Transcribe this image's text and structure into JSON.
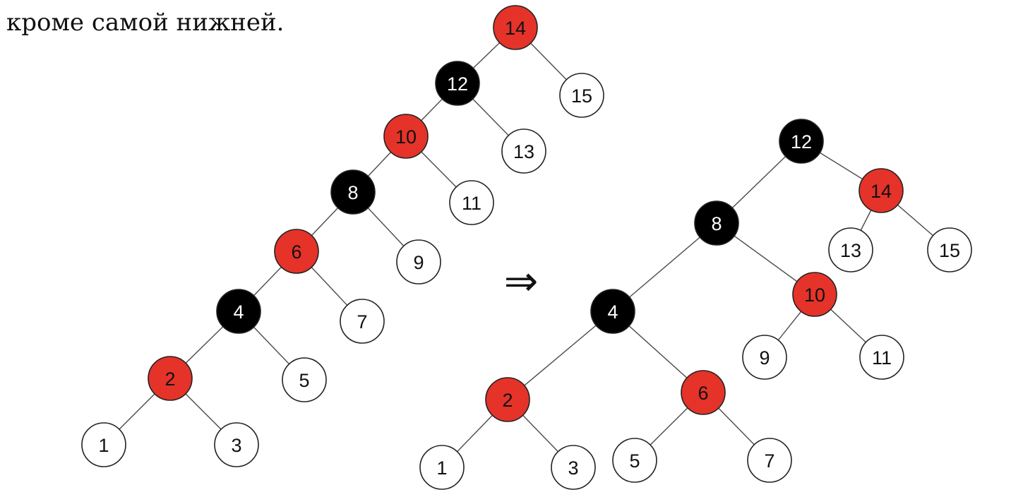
{
  "caption": "кроме самой нижней.",
  "arrow_symbol": "⇒",
  "colors": {
    "red": "#e5332a",
    "black": "#000000",
    "white": "#ffffff"
  },
  "trees": [
    {
      "id": "before",
      "nodes": [
        {
          "key": "14",
          "color": "red",
          "parent": null
        },
        {
          "key": "12",
          "color": "black",
          "parent": "14"
        },
        {
          "key": "15",
          "color": "white",
          "parent": "14"
        },
        {
          "key": "10",
          "color": "red",
          "parent": "12"
        },
        {
          "key": "13",
          "color": "white",
          "parent": "12"
        },
        {
          "key": "8",
          "color": "black",
          "parent": "10"
        },
        {
          "key": "11",
          "color": "white",
          "parent": "10"
        },
        {
          "key": "6",
          "color": "red",
          "parent": "8"
        },
        {
          "key": "9",
          "color": "white",
          "parent": "8"
        },
        {
          "key": "4",
          "color": "black",
          "parent": "6"
        },
        {
          "key": "7",
          "color": "white",
          "parent": "6"
        },
        {
          "key": "2",
          "color": "red",
          "parent": "4"
        },
        {
          "key": "5",
          "color": "white",
          "parent": "4"
        },
        {
          "key": "1",
          "color": "white",
          "parent": "2"
        },
        {
          "key": "3",
          "color": "white",
          "parent": "2"
        }
      ]
    },
    {
      "id": "after",
      "nodes": [
        {
          "key": "12",
          "color": "black",
          "parent": null
        },
        {
          "key": "8",
          "color": "black",
          "parent": "12"
        },
        {
          "key": "14",
          "color": "red",
          "parent": "12"
        },
        {
          "key": "13",
          "color": "white",
          "parent": "14"
        },
        {
          "key": "15",
          "color": "white",
          "parent": "14"
        },
        {
          "key": "4",
          "color": "black",
          "parent": "8"
        },
        {
          "key": "10",
          "color": "red",
          "parent": "8"
        },
        {
          "key": "9",
          "color": "white",
          "parent": "10"
        },
        {
          "key": "11",
          "color": "white",
          "parent": "10"
        },
        {
          "key": "2",
          "color": "red",
          "parent": "4"
        },
        {
          "key": "6",
          "color": "red",
          "parent": "4"
        },
        {
          "key": "1",
          "color": "white",
          "parent": "2"
        },
        {
          "key": "3",
          "color": "white",
          "parent": "2"
        },
        {
          "key": "5",
          "color": "white",
          "parent": "6"
        },
        {
          "key": "7",
          "color": "white",
          "parent": "6"
        }
      ]
    }
  ]
}
